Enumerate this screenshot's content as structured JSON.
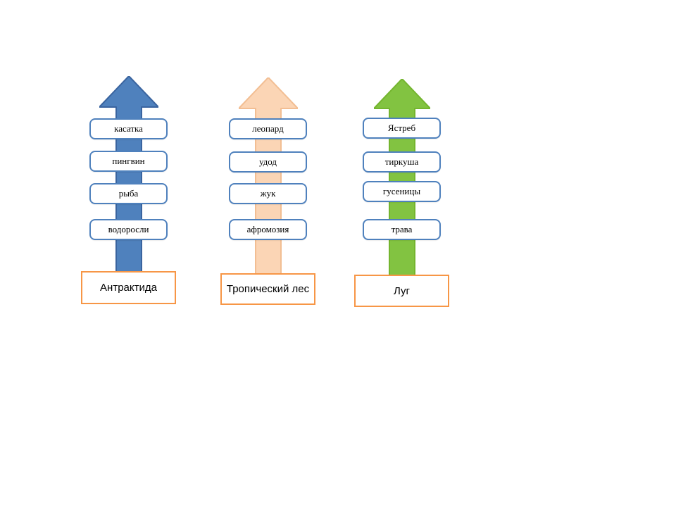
{
  "colors": {
    "item_border": "#4F81BD",
    "base_border": "#F79646",
    "text": "#000000"
  },
  "chains": [
    {
      "name": "antarctica",
      "base_label": "Антрактида",
      "items": [
        "касатка",
        "пингвин",
        "рыба",
        "водоросли"
      ],
      "arrow": {
        "fill": "#4F81BD",
        "stroke": "#3A649F"
      }
    },
    {
      "name": "tropical-forest",
      "base_label": "Тропический лес",
      "items": [
        "леопард",
        "удод",
        "жук",
        "афромозия"
      ],
      "arrow": {
        "fill": "#FBD5B5",
        "stroke": "#F2BE93"
      }
    },
    {
      "name": "meadow",
      "base_label": "Луг",
      "items": [
        "Ястреб",
        "тиркуша",
        "гусеницы",
        "трава"
      ],
      "arrow": {
        "fill": "#82C341",
        "stroke": "#74B52F"
      }
    }
  ]
}
